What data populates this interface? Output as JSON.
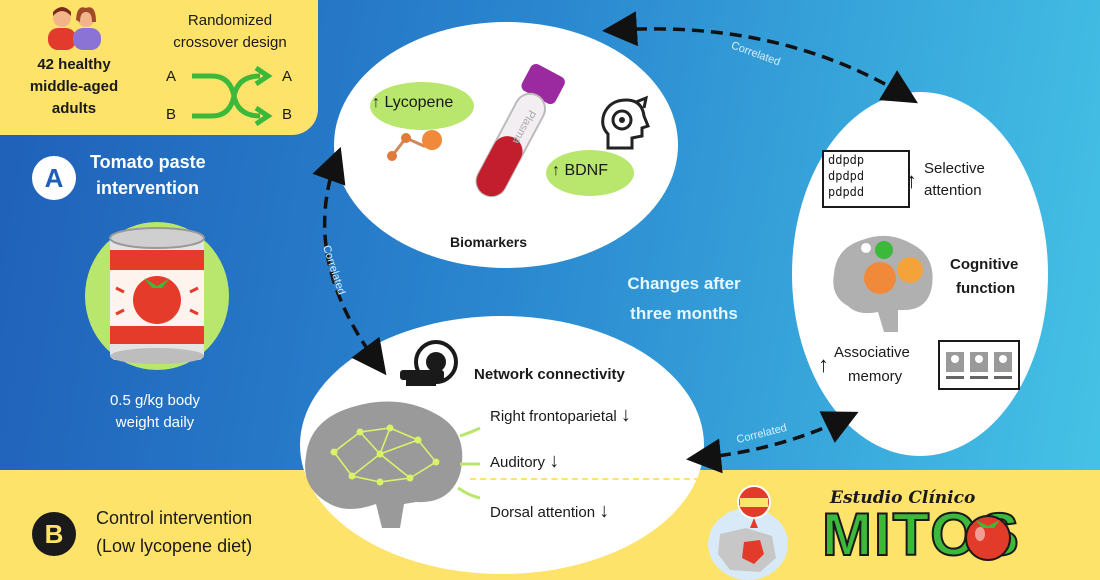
{
  "study": {
    "participants": "42 healthy middle-aged adults",
    "participants_lines": [
      "42 healthy",
      "middle-aged",
      "adults"
    ],
    "design_lines": [
      "Randomized",
      "crossover design"
    ],
    "design_labels": {
      "a_left": "A",
      "b_left": "B",
      "a_right": "A",
      "b_right": "B"
    }
  },
  "intervention_a": {
    "badge": "A",
    "title_lines": [
      "Tomato paste",
      "intervention"
    ],
    "dose_lines": [
      "0.5 g/kg body",
      "weight daily"
    ]
  },
  "intervention_b": {
    "badge": "B",
    "title_lines": [
      "Control intervention",
      "(Low lycopene diet)"
    ]
  },
  "biomarkers": {
    "title": "Biomarkers",
    "lycopene": "Lycopene",
    "bdnf": "BDNF",
    "tube_label": "Plasma"
  },
  "center": {
    "lines": [
      "Changes after",
      "three months"
    ]
  },
  "cognitive": {
    "title_lines": [
      "Cognitive",
      "function"
    ],
    "selective_attention_lines": [
      "Selective",
      "attention"
    ],
    "associative_memory_lines": [
      "Associative",
      "memory"
    ],
    "dp_grid": [
      "ddpdp",
      "dpdpd",
      "pdpdd"
    ]
  },
  "network": {
    "title": "Network connectivity",
    "items": [
      "Right frontoparietal",
      "Auditory",
      "Dorsal attention"
    ]
  },
  "links": {
    "label": "Correlated"
  },
  "brand": {
    "subtitle": "Estudio Clínico",
    "name": "MITOS"
  },
  "colors": {
    "yellow": "#fde36a",
    "navy": "#1a1a1a",
    "green_logo": "#3cb83a",
    "tomato_red": "#e33b2a"
  }
}
